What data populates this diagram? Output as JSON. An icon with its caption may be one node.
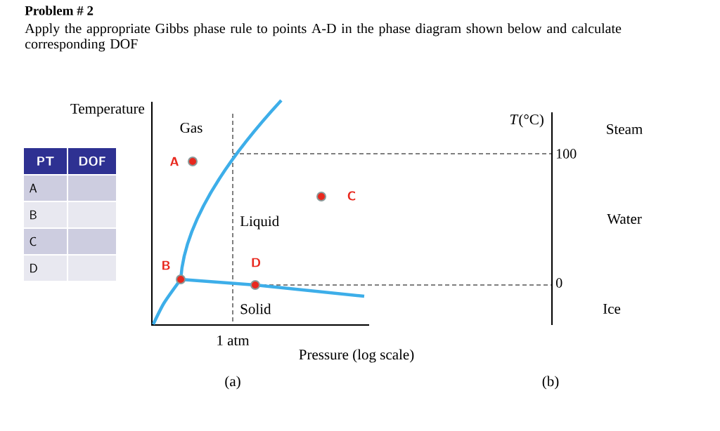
{
  "diagram": {
    "title": "Problem # 2",
    "labels": [
      "Apply the appropriate Gibbs phase rule to points A-D in the phase diagram shown below and calculate corresponding DOF",
      "Temperature",
      "Gas",
      "*T*(°C)",
      "Steam",
      "PT",
      "DOF",
      "A",
      "100",
      "A",
      "C",
      "B",
      "Liquid",
      "Water",
      "C",
      "B",
      "D",
      "D",
      "0",
      "Solid",
      "Ice",
      "1 atm",
      "Pressure (log scale)",
      "(a)",
      "(b)"
    ]
  }
}
